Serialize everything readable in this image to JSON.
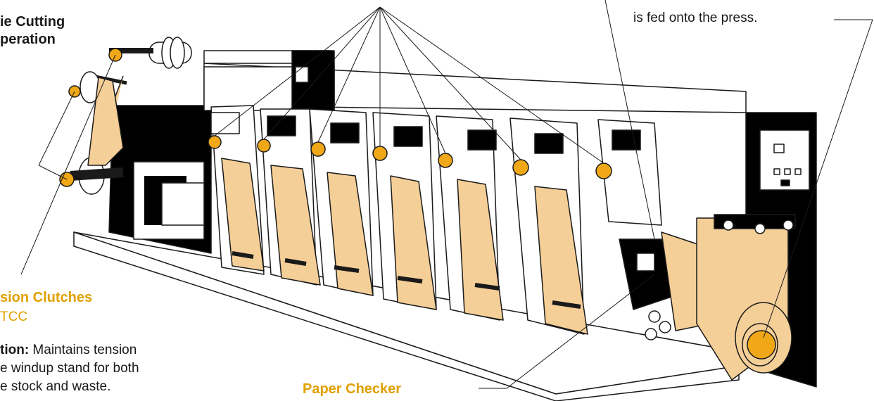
{
  "labels": {
    "die_cutting_line1": "ie Cutting",
    "die_cutting_line2": "peration",
    "fed_press": "is fed onto the press.",
    "tension_title": "sion Clutches",
    "tension_model": "TCC",
    "tension_function_label": "tion:",
    "tension_function_text": " Maintains tension",
    "tension_line2": "e windup stand for both",
    "tension_line3": "e stock and waste.",
    "paper_checker": "Paper Checker"
  },
  "colors": {
    "web": "#f5cf98",
    "brake_knob": "#f0a818",
    "accent_text": "#e0a000",
    "outline": "#1a1a1a",
    "fill_dark": "#000000",
    "fill_light": "#ffffff"
  }
}
